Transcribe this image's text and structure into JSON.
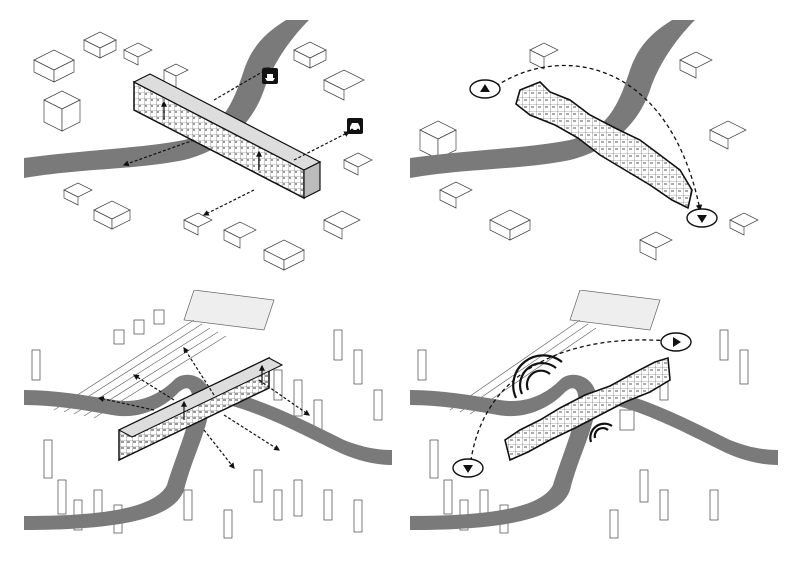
{
  "diagram": {
    "panels": [
      {
        "id": "p1",
        "theme": "connectivity",
        "icons": [
          "ship-icon",
          "car-icon"
        ]
      },
      {
        "id": "p2",
        "theme": "reach",
        "icons": [
          "start-marker-icon",
          "end-marker-icon"
        ]
      },
      {
        "id": "p3",
        "theme": "connectivity",
        "icons": []
      },
      {
        "id": "p4",
        "theme": "reach",
        "icons": [
          "start-marker-icon",
          "end-marker-icon",
          "sound-waves-icon"
        ]
      }
    ]
  },
  "colors": {
    "river": "#7a7a7a",
    "building_stroke": "#3a3a3a",
    "building_fill": "#ffffff",
    "bar_fill": "#d9d9d9",
    "ink": "#111111"
  }
}
